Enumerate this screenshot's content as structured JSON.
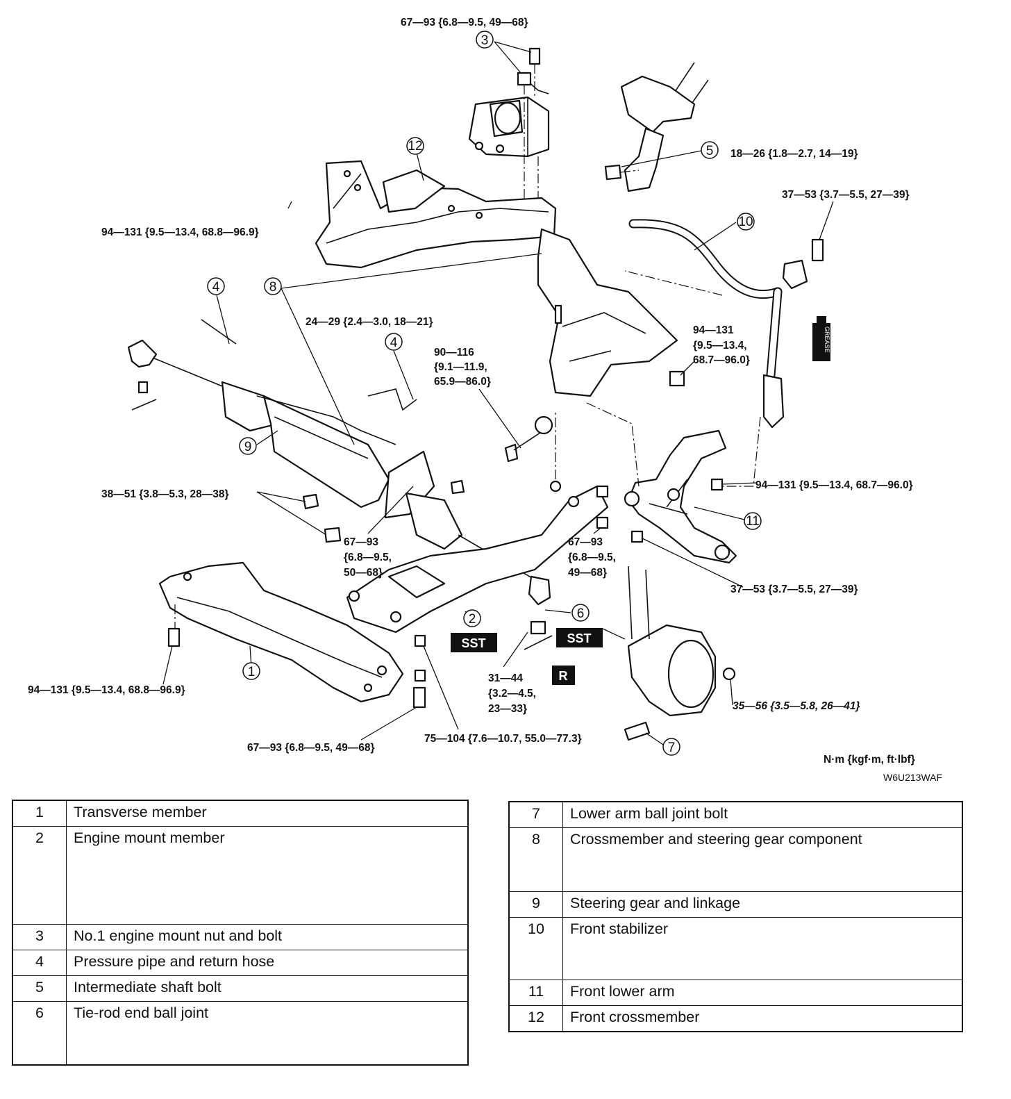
{
  "torque_labels": [
    "67—93 {6.8—9.5, 49—68}",
    "18—26 {1.8—2.7, 14—19}",
    "37—53 {3.7—5.5, 27—39}",
    "94—131 {9.5—13.4, 68.8—96.9}",
    "24—29 {2.4—3.0, 18—21}",
    "94—131",
    "{9.5—13.4,",
    "68.7—96.0}",
    "90—116",
    "{9.1—11.9,",
    "65.9—86.0}",
    "38—51 {3.8—5.3, 28—38}",
    "94—131 {9.5—13.4, 68.7—96.0}",
    "67—93",
    "{6.8—9.5,",
    "50—68}",
    "67—93",
    "{6.8—9.5,",
    "49—68}",
    "37—53 {3.7—5.5, 27—39}",
    "94—131 {9.5—13.4, 68.8—96.9}",
    "31—44",
    "{3.2—4.5,",
    "23—33}",
    "35—56 {3.5—5.8, 26—41}",
    "67—93 {6.8—9.5, 49—68}",
    "75—104 {7.6—10.7, 55.0—77.3}"
  ],
  "callouts": [
    "1",
    "2",
    "3",
    "4",
    "5",
    "6",
    "7",
    "8",
    "9",
    "10",
    "11",
    "12",
    "4"
  ],
  "badges": {
    "sst_1": "SST",
    "sst_2": "SST",
    "r": "R"
  },
  "grease_label": "GREASE",
  "units_label": "N·m {kgf·m, ft·lbf}",
  "figure_code": "W6U213WAF",
  "parts_left": [
    {
      "num": "1",
      "name": "Transverse member"
    },
    {
      "num": "2",
      "name": "Engine mount member"
    },
    {
      "num": "3",
      "name": "No.1 engine mount nut and bolt"
    },
    {
      "num": "4",
      "name": "Pressure pipe and return hose"
    },
    {
      "num": "5",
      "name": "Intermediate shaft bolt"
    },
    {
      "num": "6",
      "name": "Tie-rod end ball joint"
    }
  ],
  "parts_right": [
    {
      "num": "7",
      "name": "Lower arm ball joint bolt"
    },
    {
      "num": "8",
      "name": "Crossmember and steering gear component"
    },
    {
      "num": "9",
      "name": "Steering gear and linkage"
    },
    {
      "num": "10",
      "name": "Front stabilizer"
    },
    {
      "num": "11",
      "name": "Front lower arm"
    },
    {
      "num": "12",
      "name": "Front crossmember"
    }
  ]
}
